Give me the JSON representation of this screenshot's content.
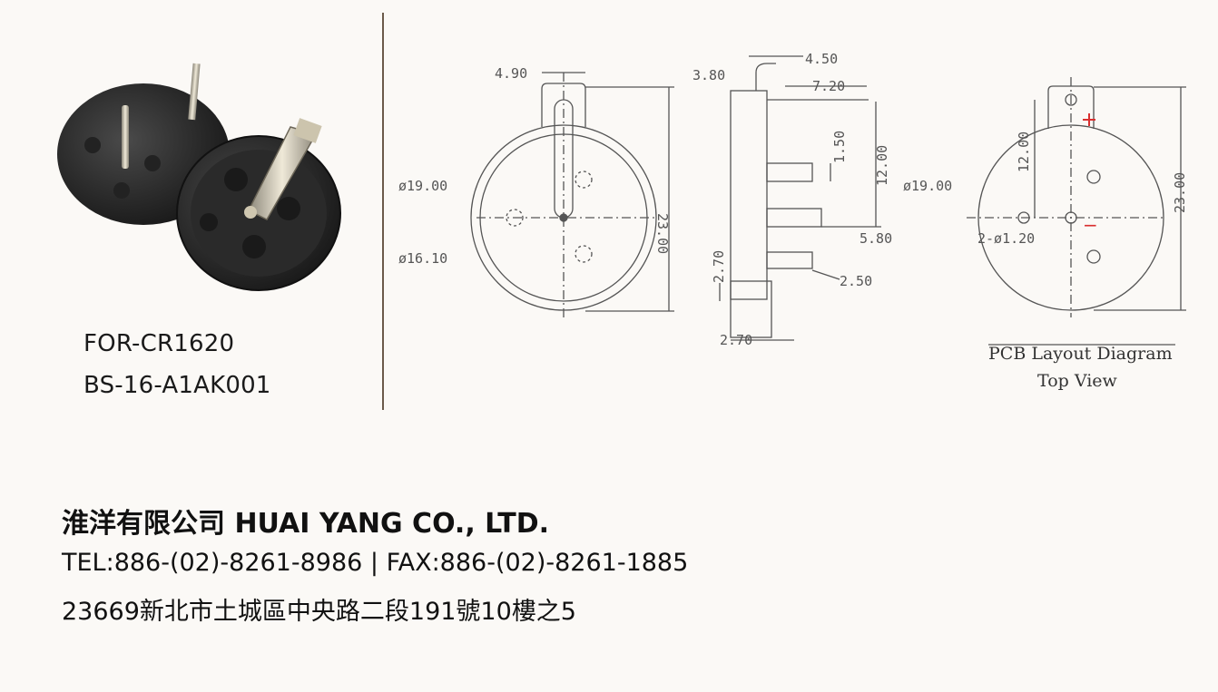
{
  "product": {
    "model_line1": "FOR-CR1620",
    "model_line2": "BS-16-A1AK001"
  },
  "drawing": {
    "front": {
      "d1": "4.90",
      "d2": "23.00",
      "d3": "ø19.00",
      "d4": "ø16.10"
    },
    "side": {
      "d1": "3.80",
      "d2": "4.50",
      "d3": "7.20",
      "d4": "1.50",
      "d5": "12.00",
      "d6": "5.80",
      "d7": "2.70",
      "d8": "2.50",
      "d9": "2.70"
    },
    "pcb": {
      "d1": "12.00",
      "d2": "23.00",
      "d3": "ø19.00",
      "d4": "2-ø1.20",
      "plus": "+",
      "minus": "−",
      "title": "PCB Layout Diagram",
      "subtitle": "Top View"
    }
  },
  "company": {
    "name": "淮洋有限公司 HUAI YANG CO., LTD.",
    "tel": "TEL:886-(02)-8261-8986 | FAX:886-(02)-8261-1885",
    "address": "23669新北市土城區中央路二段191號10樓之5"
  },
  "colors": {
    "line": "#555555",
    "plus": "#d93030",
    "body": "#2b2b2b"
  }
}
